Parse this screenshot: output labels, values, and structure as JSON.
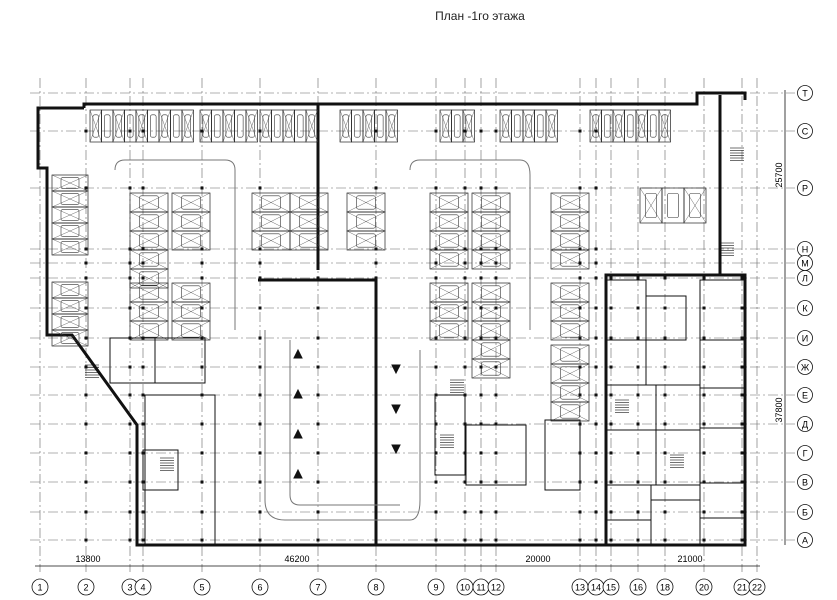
{
  "title": "План -1го этажа",
  "columns": [
    "1",
    "2",
    "3",
    "4",
    "5",
    "6",
    "7",
    "8",
    "9",
    "10",
    "11",
    "12",
    "13",
    "14",
    "15",
    "16",
    "18",
    "20",
    "21",
    "22"
  ],
  "rows": [
    "Т",
    "С",
    "Р",
    "Н",
    "М",
    "Л",
    "К",
    "И",
    "Ж",
    "Е",
    "Д",
    "Г",
    "В",
    "Б",
    "А"
  ],
  "bottom_dimensions": [
    "13800",
    "46200",
    "20000",
    "21000"
  ],
  "right_dimensions": [
    "25700",
    "37800"
  ],
  "colors": {
    "line": "#111111",
    "grid": "#555555",
    "hatch": "#888888"
  }
}
